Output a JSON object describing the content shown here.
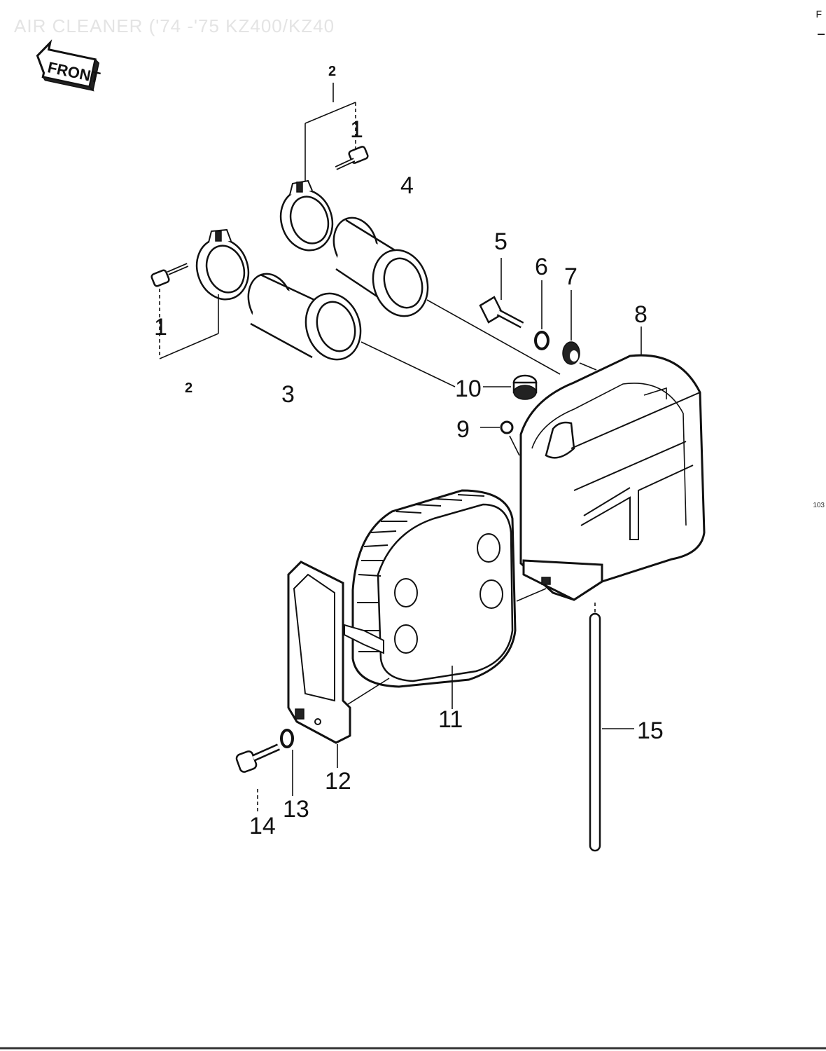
{
  "header": {
    "title": "AIR CLEANER ('74 -'75 KZ400/KZ40",
    "corner_tag": "F",
    "side_tag": "103"
  },
  "front_badge": {
    "label": "FRONT"
  },
  "callouts": [
    {
      "id": "c1a",
      "text": "1"
    },
    {
      "id": "c1b",
      "text": "1"
    },
    {
      "id": "c2a",
      "text": "2"
    },
    {
      "id": "c2b",
      "text": "2"
    },
    {
      "id": "c3",
      "text": "3"
    },
    {
      "id": "c4",
      "text": "4"
    },
    {
      "id": "c5",
      "text": "5"
    },
    {
      "id": "c6",
      "text": "6"
    },
    {
      "id": "c7",
      "text": "7"
    },
    {
      "id": "c8",
      "text": "8"
    },
    {
      "id": "c9",
      "text": "9"
    },
    {
      "id": "c10",
      "text": "10"
    },
    {
      "id": "c11",
      "text": "11"
    },
    {
      "id": "c12",
      "text": "12"
    },
    {
      "id": "c13",
      "text": "13"
    },
    {
      "id": "c14",
      "text": "14"
    },
    {
      "id": "c15",
      "text": "15"
    }
  ],
  "colors": {
    "ink": "#111111",
    "faded_title": "#e4e4e4",
    "paper": "#ffffff"
  }
}
